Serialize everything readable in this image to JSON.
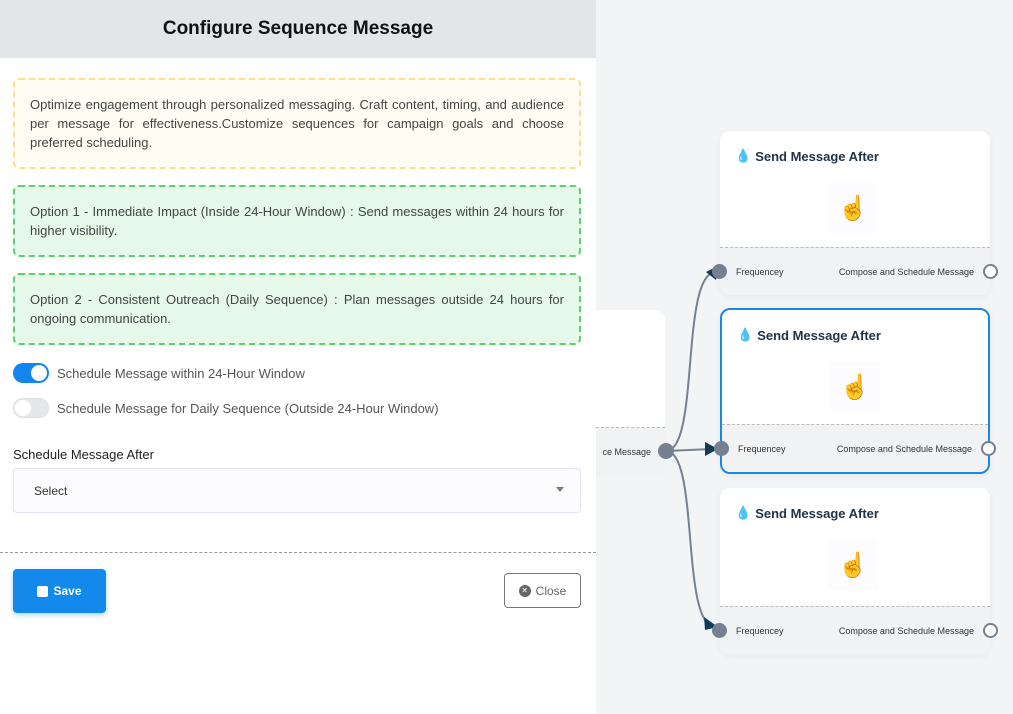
{
  "panel": {
    "title": "Configure Sequence Message",
    "intro": "Optimize engagement through personalized messaging. Craft content, timing, and audience per message for effectiveness.Customize sequences for campaign goals and choose preferred scheduling.",
    "option1": "Option 1 - Immediate Impact (Inside 24-Hour Window) : Send messages within 24 hours for higher visibility.",
    "option2": "Option 2 - Consistent Outreach (Daily Sequence) : Plan messages outside 24 hours for ongoing communication.",
    "toggles": [
      {
        "label": "Schedule Message within 24-Hour Window",
        "on": true
      },
      {
        "label": "Schedule Message for Daily Sequence (Outside 24-Hour Window)",
        "on": false
      }
    ],
    "field_label": "Schedule Message After",
    "select_value": "Select",
    "save_label": "Save",
    "close_label": "Close"
  },
  "canvas": {
    "source_node_output": "ce Message",
    "nodes": [
      {
        "title": "Send Message After",
        "input": "Frequencey",
        "output": "Compose and Schedule Message",
        "selected": false
      },
      {
        "title": "Send Message After",
        "input": "Frequencey",
        "output": "Compose and Schedule Message",
        "selected": true
      },
      {
        "title": "Send Message After",
        "input": "Frequencey",
        "output": "Compose and Schedule Message",
        "selected": false
      }
    ]
  },
  "colors": {
    "accent": "#1389ec",
    "edge": "#778091",
    "arrow": "#0f3b57"
  }
}
